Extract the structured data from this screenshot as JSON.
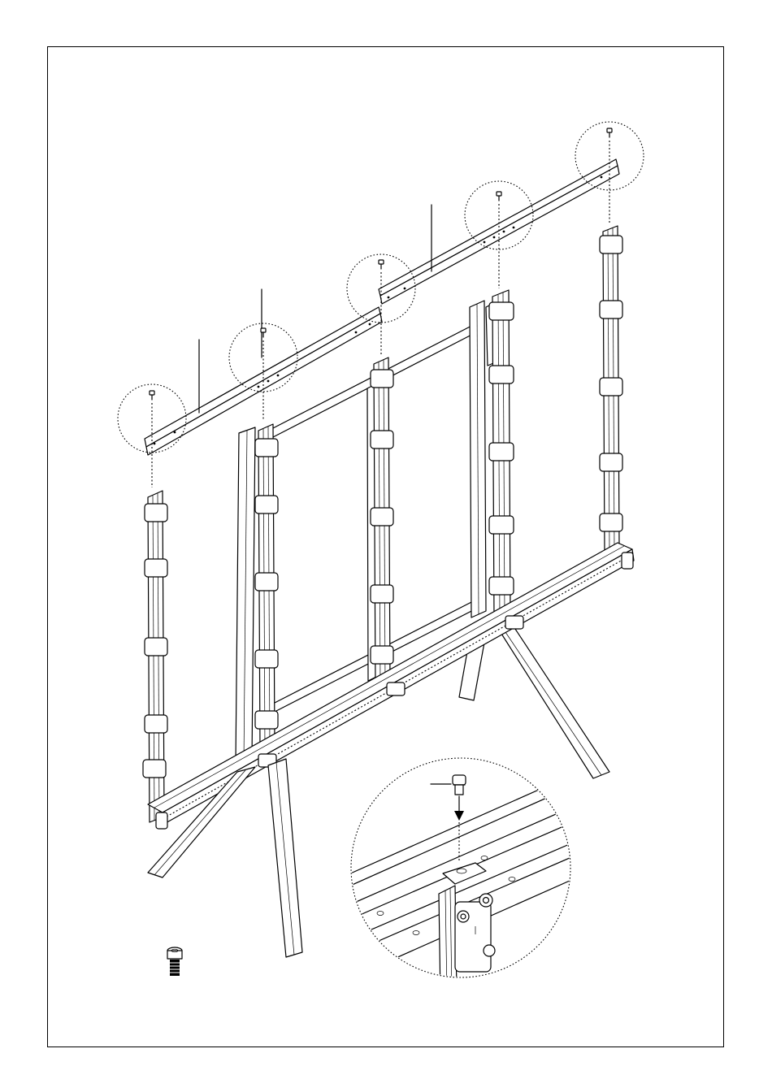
{
  "figure": {
    "kind": "assembly-illustration",
    "description_labels": [],
    "parts": [
      {
        "name": "upper-crossbar-left",
        "holes": "mounting"
      },
      {
        "name": "upper-crossbar-right",
        "holes": "mounting"
      },
      {
        "name": "vertical-rail",
        "count": 5
      },
      {
        "name": "bottom-beam",
        "count": 1
      },
      {
        "name": "stand-leg",
        "count": 4
      },
      {
        "name": "socket-head-screw",
        "count": 5
      }
    ],
    "callouts": {
      "screw_locations": 5,
      "detail_view": "bottom-beam-screw-joint"
    },
    "colors": {
      "line": "#000000",
      "background": "#ffffff"
    }
  }
}
